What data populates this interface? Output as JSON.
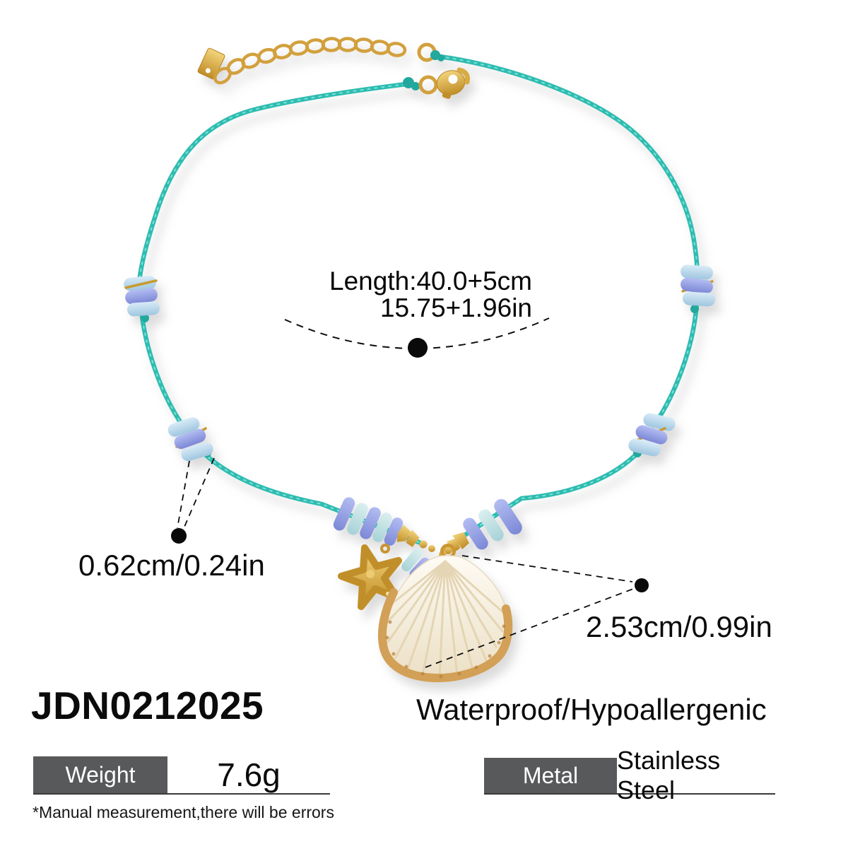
{
  "annotations": {
    "length_line_cm": "Length:40.0+5cm",
    "length_line_in": "15.75+1.96in",
    "bead_size": "0.62cm/0.24in",
    "pendant_size": "2.53cm/0.99in"
  },
  "product": {
    "sku": "JDN0212025",
    "feature": "Waterproof/Hypoallergenic",
    "disclaimer": "*Manual measurement,there will be errors"
  },
  "specs": [
    {
      "label": "Weight",
      "value": "7.6g"
    },
    {
      "label": "Metal",
      "value": "Stainless Steel"
    }
  ],
  "colors": {
    "cord_teal": "#2fbcb1",
    "cord_knot": "#23a89d",
    "bead_light_blue": "#b7d8ec",
    "bead_aqua": "#c3e0e3",
    "bead_periwinkle": "#95a0e4",
    "gold": "#d3a13f",
    "shell_cream": "#f6efdf",
    "shell_rim_gold": "#d2a057",
    "spec_label_bg": "#58595b",
    "annotation_black": "#000000"
  }
}
